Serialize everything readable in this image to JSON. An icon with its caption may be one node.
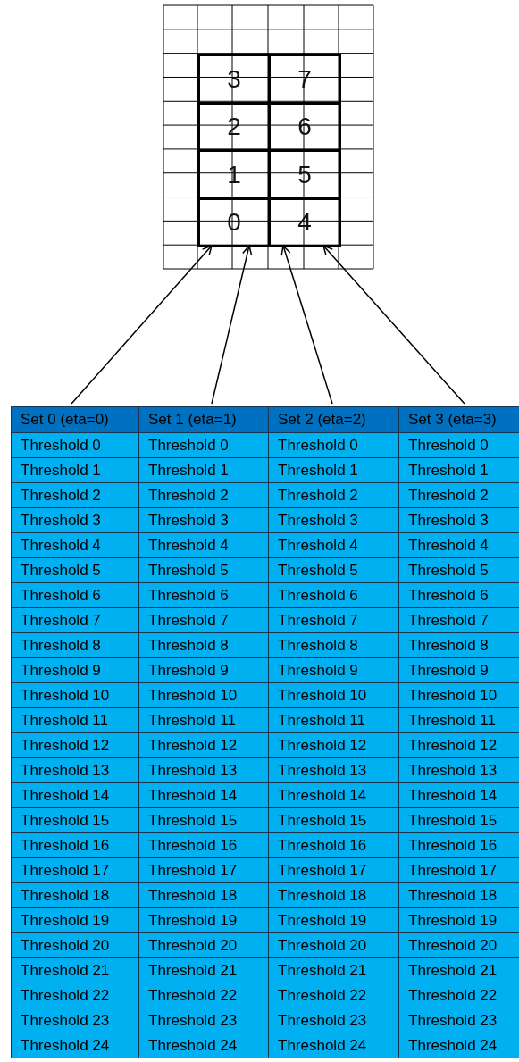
{
  "diagram": {
    "nodes": [
      {
        "text": [
          "3"
        ]
      },
      {
        "text": [
          "7"
        ]
      },
      {
        "text": [
          "2"
        ]
      },
      {
        "text": [
          "6"
        ]
      },
      {
        "text": [
          "1"
        ]
      },
      {
        "text": [
          "5"
        ]
      },
      {
        "text": [
          "0"
        ]
      },
      {
        "text": [
          "4"
        ]
      },
      {
        "text": [
          "Set 0 (eta=0)"
        ]
      },
      {
        "text": [
          "Set 1 (eta=1)"
        ]
      },
      {
        "text": [
          "Set 2 (eta=2)"
        ]
      },
      {
        "text": [
          "Set 3 (eta=3)"
        ]
      }
    ],
    "edges": [
      {
        "from": 8,
        "to": 6,
        "arrow": "to"
      },
      {
        "from": 9,
        "to": 6,
        "arrow": "to"
      },
      {
        "from": 10,
        "to": 7,
        "arrow": "to"
      },
      {
        "from": 11,
        "to": 7,
        "arrow": "to"
      }
    ],
    "labels": [
      "Threshold 0",
      "Threshold 0",
      "Threshold 0",
      "Threshold 0",
      "Threshold 1",
      "Threshold 1",
      "Threshold 1",
      "Threshold 1",
      "Threshold 2",
      "Threshold 2",
      "Threshold 2",
      "Threshold 2",
      "Threshold 3",
      "Threshold 3",
      "Threshold 3",
      "Threshold 3",
      "Threshold 4",
      "Threshold 4",
      "Threshold 4",
      "Threshold 4",
      "Threshold 5",
      "Threshold 5",
      "Threshold 5",
      "Threshold 5",
      "Threshold 6",
      "Threshold 6",
      "Threshold 6",
      "Threshold 6",
      "Threshold 7",
      "Threshold 7",
      "Threshold 7",
      "Threshold 7",
      "Threshold 8",
      "Threshold 8",
      "Threshold 8",
      "Threshold 8",
      "Threshold 9",
      "Threshold 9",
      "Threshold 9",
      "Threshold 9",
      "Threshold 10",
      "Threshold 10",
      "Threshold 10",
      "Threshold 10",
      "Threshold 11",
      "Threshold 11",
      "Threshold 11",
      "Threshold 11",
      "Threshold 12",
      "Threshold 12",
      "Threshold 12",
      "Threshold 12",
      "Threshold 13",
      "Threshold 13",
      "Threshold 13",
      "Threshold 13",
      "Threshold 14",
      "Threshold 14",
      "Threshold 14",
      "Threshold 14",
      "Threshold 15",
      "Threshold 15",
      "Threshold 15",
      "Threshold 15",
      "Threshold 16",
      "Threshold 16",
      "Threshold 16",
      "Threshold 16",
      "Threshold 17",
      "Threshold 17",
      "Threshold 17",
      "Threshold 17",
      "Threshold 18",
      "Threshold 18",
      "Threshold 18",
      "Threshold 18",
      "Threshold 19",
      "Threshold 19",
      "Threshold 19",
      "Threshold 19",
      "Threshold 20",
      "Threshold 20",
      "Threshold 20",
      "Threshold 20",
      "Threshold 21",
      "Threshold 21",
      "Threshold 21",
      "Threshold 21",
      "Threshold 22",
      "Threshold 22",
      "Threshold 22",
      "Threshold 22",
      "Threshold 23",
      "Threshold 23",
      "Threshold 23",
      "Threshold 23",
      "Threshold 24",
      "Threshold 24",
      "Threshold 24",
      "Threshold 24"
    ]
  }
}
